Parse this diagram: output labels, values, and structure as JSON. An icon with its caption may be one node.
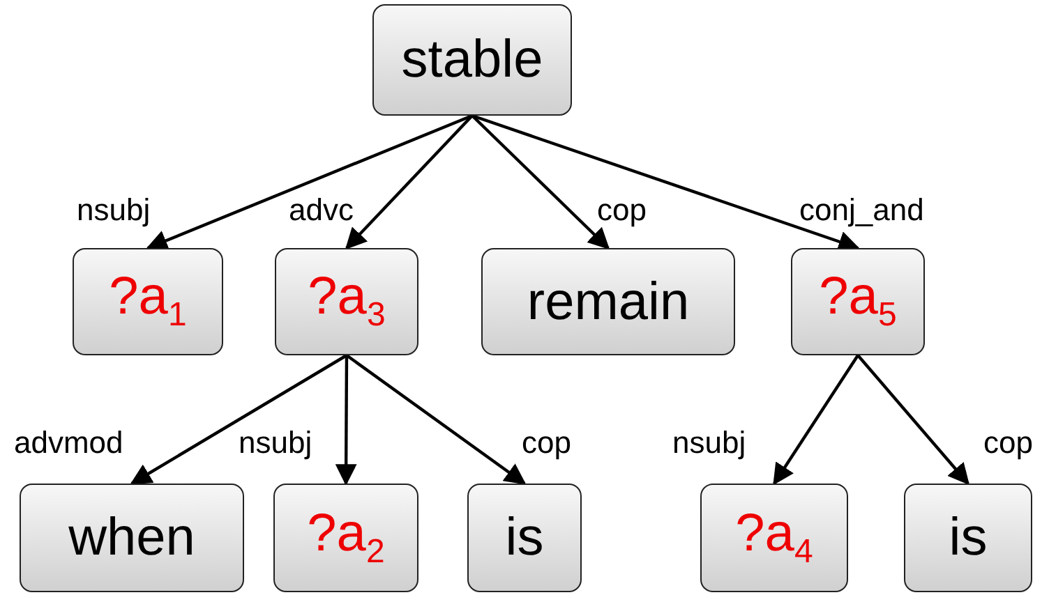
{
  "diagram": {
    "nodes": [
      {
        "text": [
          "stable"
        ]
      },
      {
        "text": [
          "?a$_{1}$"
        ]
      },
      {
        "text": [
          "?a$_{3}$"
        ]
      },
      {
        "text": [
          "remain"
        ]
      },
      {
        "text": [
          "?a$_{5}$"
        ]
      },
      {
        "text": [
          "when"
        ]
      },
      {
        "text": [
          "?a$_{2}$"
        ]
      },
      {
        "text": [
          "is"
        ]
      },
      {
        "text": [
          "?a$_{4}$"
        ]
      },
      {
        "text": [
          "is"
        ]
      }
    ],
    "edges": [
      {
        "from": 0,
        "to": 1,
        "arrow": "to",
        "label": "nsubj"
      },
      {
        "from": 0,
        "to": 2,
        "arrow": "to",
        "label": "advc"
      },
      {
        "from": 0,
        "to": 3,
        "arrow": "to",
        "label": "cop"
      },
      {
        "from": 0,
        "to": 4,
        "arrow": "to",
        "label": "conj_and"
      },
      {
        "from": 2,
        "to": 5,
        "arrow": "to",
        "label": "advmod"
      },
      {
        "from": 2,
        "to": 6,
        "arrow": "to",
        "label": "nsubj"
      },
      {
        "from": 2,
        "to": 7,
        "arrow": "to",
        "label": "cop"
      },
      {
        "from": 4,
        "to": 8,
        "arrow": "to",
        "label": "nsubj"
      },
      {
        "from": 4,
        "to": 9,
        "arrow": "to",
        "label": "cop"
      }
    ]
  }
}
